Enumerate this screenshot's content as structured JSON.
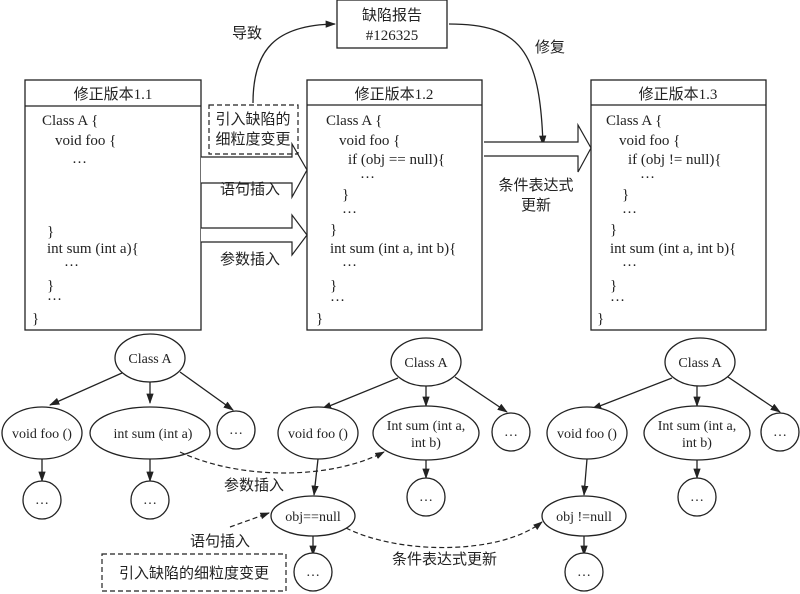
{
  "defect_report": {
    "line1": "缺陷报告",
    "line2": "#126325"
  },
  "edge_labels": {
    "cause": "导致",
    "fix": "修复",
    "fine_change_line1": "引入缺陷的",
    "fine_change_line2": "细粒度变更",
    "stmt_insert": "语句插入",
    "param_insert": "参数插入",
    "cond_update_line1": "条件表达式",
    "cond_update_line2": "更新"
  },
  "versions": [
    {
      "title": "修正版本1.1",
      "code": [
        "Class A {",
        "void foo {",
        "…",
        "}",
        "int sum (int a){",
        "…",
        "}",
        "…",
        "}"
      ]
    },
    {
      "title": "修正版本1.2",
      "code": [
        "Class A {",
        "void foo {",
        "if (obj == null){",
        "…",
        "}",
        "…",
        "}",
        "int sum (int a, int b){",
        "…",
        "}",
        "…",
        "}"
      ]
    },
    {
      "title": "修正版本1.3",
      "code": [
        "Class A {",
        "void foo {",
        "if (obj != null){",
        "…",
        "}",
        "…",
        "}",
        "int sum (int a, int b){",
        "…",
        "}",
        "…",
        "}"
      ]
    }
  ],
  "trees": [
    {
      "root": "Class A",
      "foo": "void foo ()",
      "sum_line1": "int sum (int a)",
      "sum_line2": "",
      "more": "…",
      "foo_child": "…",
      "sum_child": "…"
    },
    {
      "root": "Class A",
      "foo": "void foo ()",
      "sum_line1": "Int sum (int a,",
      "sum_line2": "int b)",
      "more": "…",
      "cond": "obj==null",
      "cond_child": "…",
      "sum_child": "…"
    },
    {
      "root": "Class A",
      "foo": "void foo ()",
      "sum_line1": "Int sum (int a,",
      "sum_line2": "int b)",
      "more": "…",
      "cond": "obj !=null",
      "cond_child": "…",
      "sum_child": "…"
    }
  ],
  "tree_edge_labels": {
    "param_insert": "参数插入",
    "stmt_insert": "语句插入",
    "cond_update": "条件表达式更新",
    "fine_change": "引入缺陷的细粒度变更"
  }
}
